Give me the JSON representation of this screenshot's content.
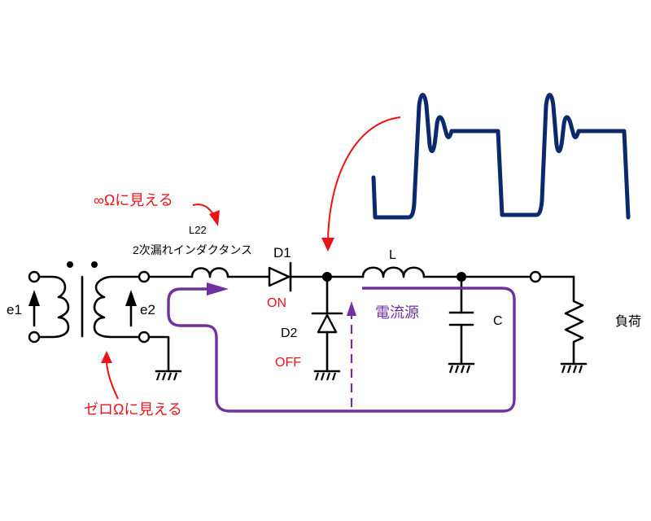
{
  "diagram": {
    "title": "Forward converter secondary equivalent circuit",
    "components": {
      "primary_voltage": "e1",
      "secondary_voltage": "e2",
      "leakage_inductor_name": "L22",
      "leakage_inductor_desc": "2次漏れインダクタンス",
      "diode1": "D1",
      "diode1_state": "ON",
      "diode2": "D2",
      "diode2_state": "OFF",
      "inductor": "L",
      "capacitor": "C",
      "load": "負荷"
    },
    "annotations": {
      "infinite_ohm": "∞Ωに見える",
      "zero_ohm": "ゼロΩに見える",
      "current_source": "電流源"
    },
    "colors": {
      "annotation_red": "#e8141b",
      "current_path_purple": "#7030a0",
      "waveform_navy": "#0b2a6b"
    },
    "waveform": {
      "description": "Voltage waveform at D1 cathode node with ringing overshoot at each rising edge",
      "pulses": 2,
      "features": [
        "low level",
        "rising edge",
        "overshoot peak",
        "damped ringing",
        "flat high level",
        "falling edge"
      ]
    }
  }
}
